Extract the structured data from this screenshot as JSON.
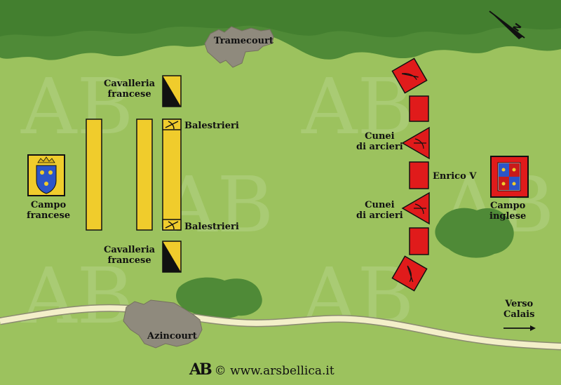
{
  "places": {
    "tramecourt": "Tramecourt",
    "azincourt": "Azincourt"
  },
  "labels": {
    "cav_top_1": "Cavalleria",
    "cav_top_2": "francese",
    "cav_bottom_1": "Cavalleria",
    "cav_bottom_2": "francese",
    "balestrieri_top": "Balestrieri",
    "balestrieri_bottom": "Balestrieri",
    "campo_francese_1": "Campo",
    "campo_francese_2": "francese",
    "cunei_top_1": "Cunei",
    "cunei_top_2": "di arcieri",
    "cunei_bottom_1": "Cunei",
    "cunei_bottom_2": "di arcieri",
    "enrico": "Enrico V",
    "campo_inglese_1": "Campo",
    "campo_inglese_2": "inglese",
    "verso_1": "Verso",
    "verso_2": "Calais"
  },
  "compass": {
    "letter": "N"
  },
  "footer": {
    "logo": "AB",
    "copyright": "© www.arsbellica.it"
  },
  "colors": {
    "grass": "#9cc25e",
    "forest": "#4f8a37",
    "french": "#f0cc2c",
    "english": "#e01b1b",
    "road": "#f3efc9",
    "town": "#8f8a7d"
  }
}
